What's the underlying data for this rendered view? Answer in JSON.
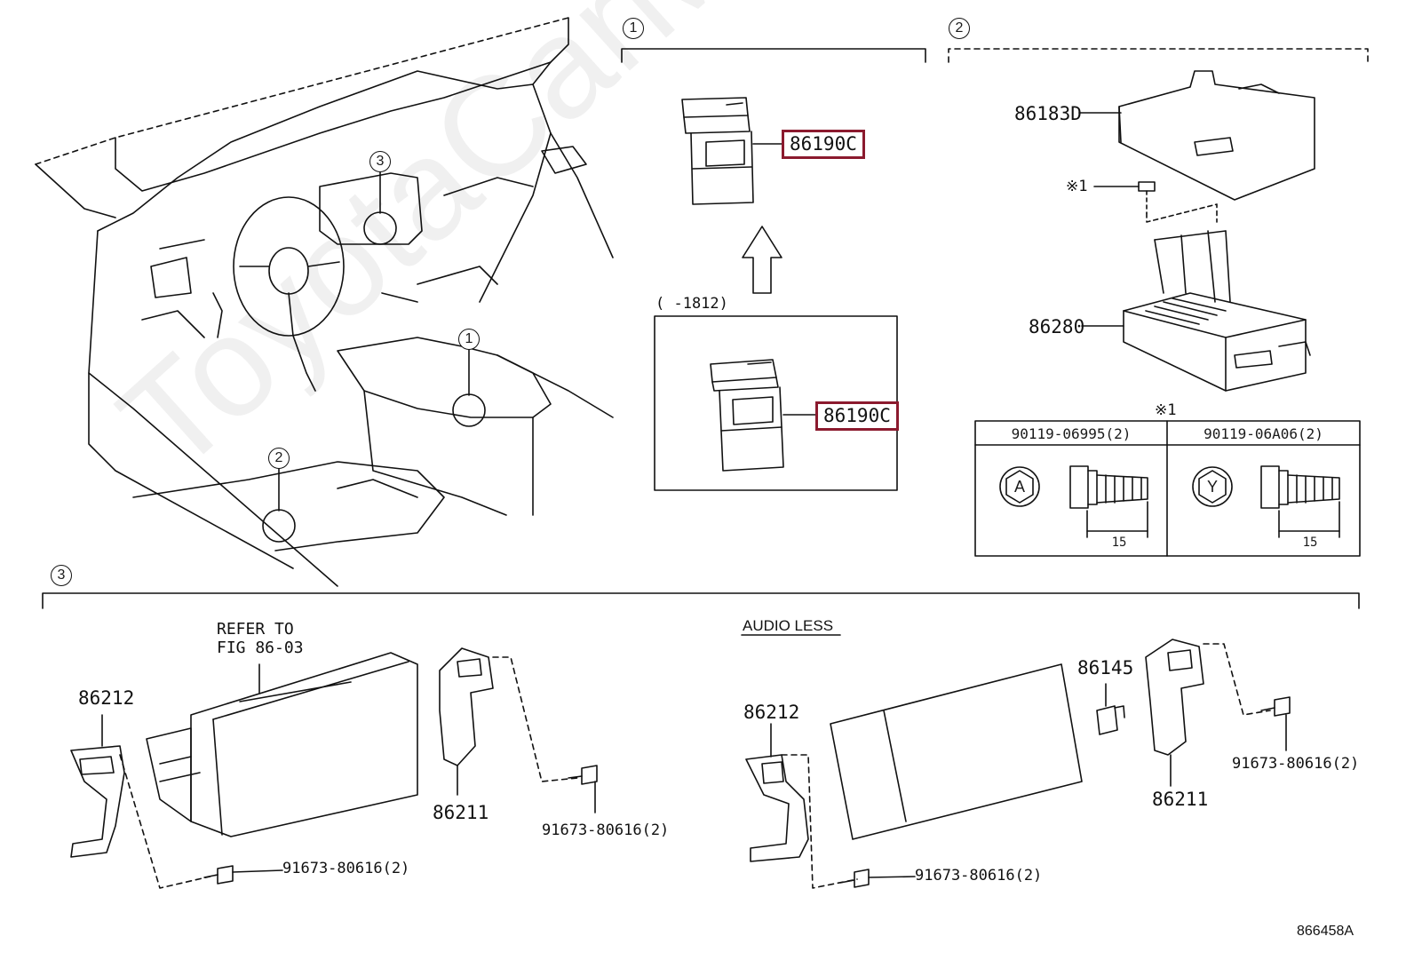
{
  "sections": {
    "s1": "1",
    "s2": "2",
    "s3": "3"
  },
  "section1": {
    "part_top": "86190C",
    "part_boxed": "86190C",
    "date_range": "(    -1812)"
  },
  "section2": {
    "cover": "86183D",
    "amplifier": "86280",
    "bolt_marker": "※1",
    "table_marker": "※1",
    "table": {
      "col1_header": "90119-06995(2)",
      "col2_header": "90119-06A06(2)",
      "col1_letter": "A",
      "col2_letter": "Y",
      "col1_dim": "15",
      "col2_dim": "15"
    }
  },
  "section3": {
    "refer_line1": "REFER TO",
    "refer_line2": "FIG 86-03",
    "left_bracket": "86212",
    "right_bracket": "86211",
    "screw_right": "91673-80616(2)",
    "screw_bottom": "91673-80616(2)",
    "audio_less": "AUDIO LESS",
    "al_left_bracket": "86212",
    "al_connector": "86145",
    "al_right_bracket": "86211",
    "al_screw_right": "91673-80616(2)",
    "al_screw_bottom": "91673-80616(2)"
  },
  "callouts": {
    "c1": "1",
    "c2": "2",
    "c3": "3"
  },
  "footer": {
    "fig_code": "866458A"
  },
  "watermark": "ToyotaCarMine.ru",
  "colors": {
    "highlight": "#8b1a2e",
    "line": "#111111"
  }
}
